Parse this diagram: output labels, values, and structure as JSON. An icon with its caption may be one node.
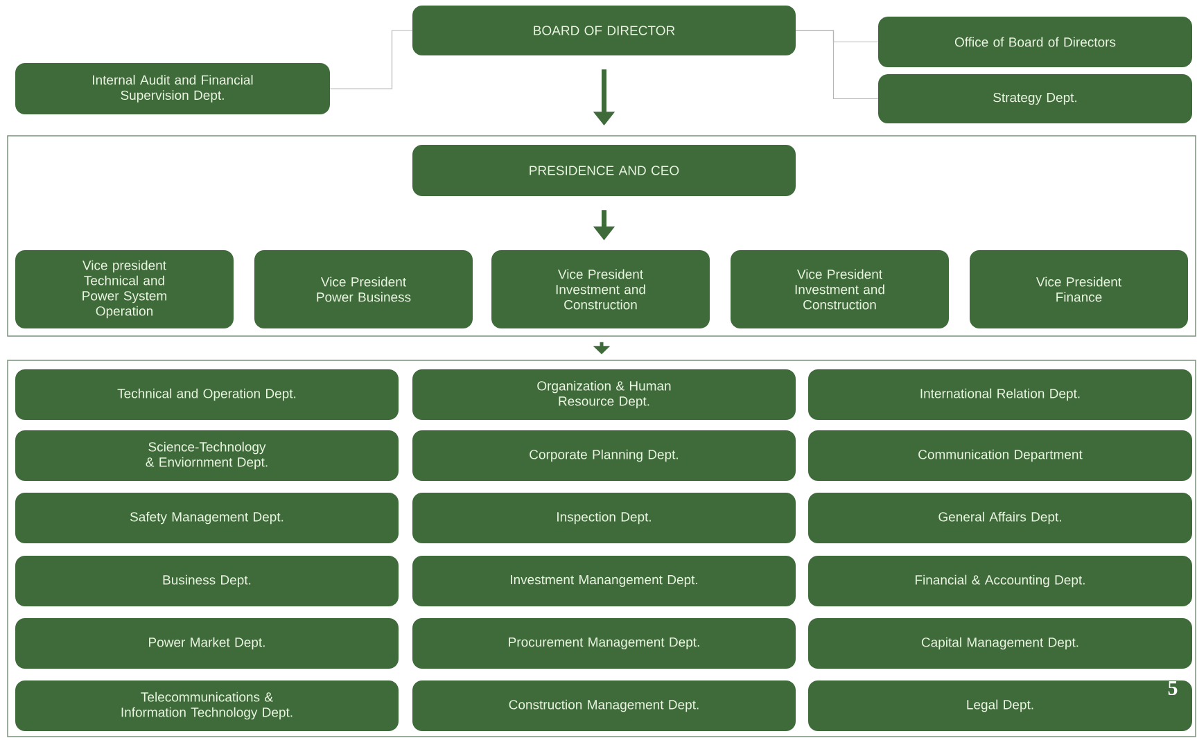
{
  "diagram": {
    "nodes": [
      {
        "text": [
          "BOARD OF DIRECTOR"
        ]
      },
      {
        "text": [
          "Internal Audit and Financial Supervision Dept."
        ]
      },
      {
        "text": [
          "Office of Board of Directors"
        ]
      },
      {
        "text": [
          "Strategy Dept."
        ]
      },
      {
        "text": [],
        "shape": "box"
      },
      {
        "text": [
          "PRESIDENCE AND CEO"
        ],
        "in": 4
      },
      {
        "text": [
          "Vice president Technical and Power System Operation"
        ],
        "in": 4
      },
      {
        "text": [
          "Vice President Power Business"
        ],
        "in": 4
      },
      {
        "text": [
          "Vice President Investment and Construction"
        ],
        "in": 4
      },
      {
        "text": [
          "Vice President Investment and Construction"
        ],
        "in": 4
      },
      {
        "text": [
          "Vice President Finance"
        ],
        "in": 4
      },
      {
        "text": [],
        "shape": "box"
      },
      {
        "text": [
          "Technical and Operation Dept."
        ],
        "in": 11
      },
      {
        "text": [
          "Organization & Human Resource Dept."
        ],
        "in": 11
      },
      {
        "text": [
          "International Relation Dept."
        ],
        "in": 11
      },
      {
        "text": [
          "Science-Technology & Enviornment Dept."
        ],
        "in": 11
      },
      {
        "text": [
          "Corporate Planning Dept."
        ],
        "in": 11
      },
      {
        "text": [
          "Communication Department"
        ],
        "in": 11
      },
      {
        "text": [
          "Safety Management Dept."
        ],
        "in": 11
      },
      {
        "text": [
          "Inspection Dept."
        ],
        "in": 11
      },
      {
        "text": [
          "General Affairs Dept."
        ],
        "in": 11
      },
      {
        "text": [
          "Business Dept."
        ],
        "in": 11
      },
      {
        "text": [
          "Investment Manangement Dept."
        ],
        "in": 11
      },
      {
        "text": [
          "Financial & Accounting Dept."
        ],
        "in": 11
      },
      {
        "text": [
          "Power Market Dept."
        ],
        "in": 11
      },
      {
        "text": [
          "Procurement Management Dept."
        ],
        "in": 11
      },
      {
        "text": [
          "Capital Management Dept."
        ],
        "in": 11
      },
      {
        "text": [
          "Telecommunications & Information Technology Dept."
        ],
        "in": 11
      },
      {
        "text": [
          "Construction Management Dept."
        ],
        "in": 11
      },
      {
        "text": [
          "Legal Dept."
        ],
        "in": 11
      }
    ],
    "edges": [
      {
        "from": 0,
        "to": 1,
        "arrow": "none",
        "color": "#b5b5b5"
      },
      {
        "from": 0,
        "to": 2,
        "arrow": "none",
        "color": "#b5b5b5"
      },
      {
        "from": 0,
        "to": 3,
        "arrow": "none",
        "color": "#b5b5b5"
      },
      {
        "from": 0,
        "to": 4,
        "arrow": "to",
        "style": "thick",
        "color": "#3f6b3b"
      },
      {
        "from": 5,
        "to": 8,
        "arrow": "to",
        "style": "thick",
        "color": "#3f6b3b"
      },
      {
        "from": 4,
        "to": 11,
        "arrow": "to",
        "style": "thick",
        "color": "#3f6b3b"
      }
    ],
    "labels": [
      "5"
    ]
  }
}
